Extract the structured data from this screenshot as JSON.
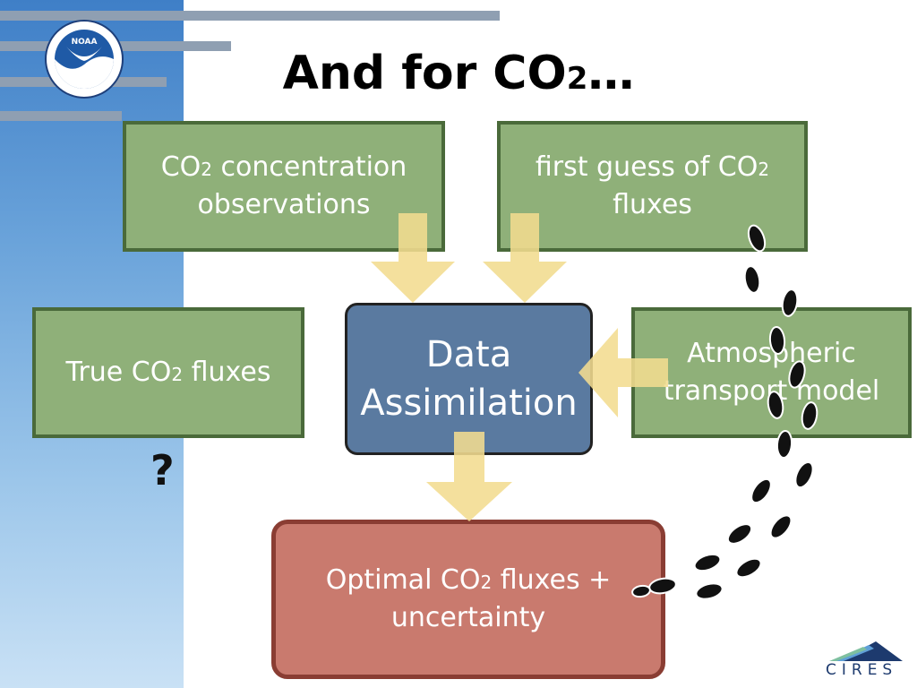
{
  "slide": {
    "title_main": "And for CO",
    "title_sub": "2",
    "title_end": "…"
  },
  "boxes": {
    "observations": {
      "line1a": "CO",
      "line1sub": "2",
      "line1b": " concentration",
      "line2": "observations"
    },
    "first_guess": {
      "line1a": "first guess of CO",
      "line1sub": "2",
      "line2": "fluxes"
    },
    "true_fluxes": {
      "a": "True CO",
      "sub": "2",
      "b": " fluxes"
    },
    "data_assimilation": {
      "line1": "Data",
      "line2": "Assimilation"
    },
    "transport_model": {
      "line1": "Atmospheric",
      "line2": "transport model"
    },
    "optimal": {
      "line1a": "Optimal CO",
      "line1sub": "2",
      "line1b": " fluxes +",
      "line2": "uncertainty"
    }
  },
  "question_mark": "?",
  "logos": {
    "noaa": "NOAA",
    "cires": "CIRES"
  },
  "colors": {
    "green_box": "#8fb079",
    "blue_box": "#5a7aa0",
    "red_box": "#c97a6e",
    "arrow": "#f2dc8f"
  },
  "icons": [
    "noaa-logo",
    "cires-logo",
    "footprints-icon",
    "arrow-down-icon",
    "arrow-left-icon"
  ]
}
